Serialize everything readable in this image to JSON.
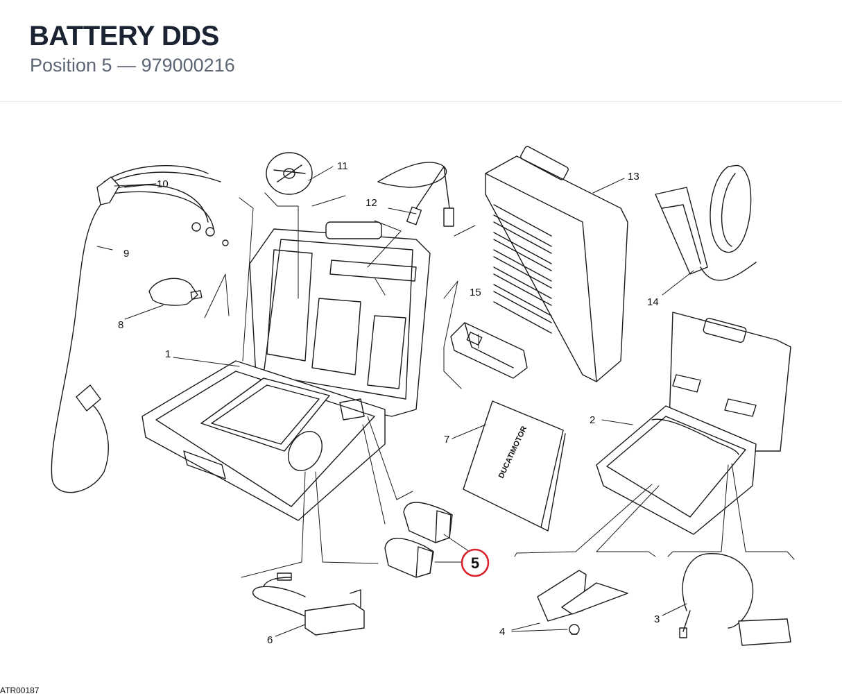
{
  "header": {
    "title": "BATTERY DDS",
    "subtitle": "Position 5 — 979000216"
  },
  "diagram": {
    "callouts": [
      "1",
      "2",
      "3",
      "4",
      "6",
      "7",
      "8",
      "9",
      "10",
      "11",
      "12",
      "13",
      "14",
      "15"
    ],
    "highlighted_callout": "5",
    "highlight_color": "#d9212b",
    "manual_brand_text": "DUCATIMOTOR"
  },
  "footer": {
    "drawing_code": "ATR00187"
  }
}
